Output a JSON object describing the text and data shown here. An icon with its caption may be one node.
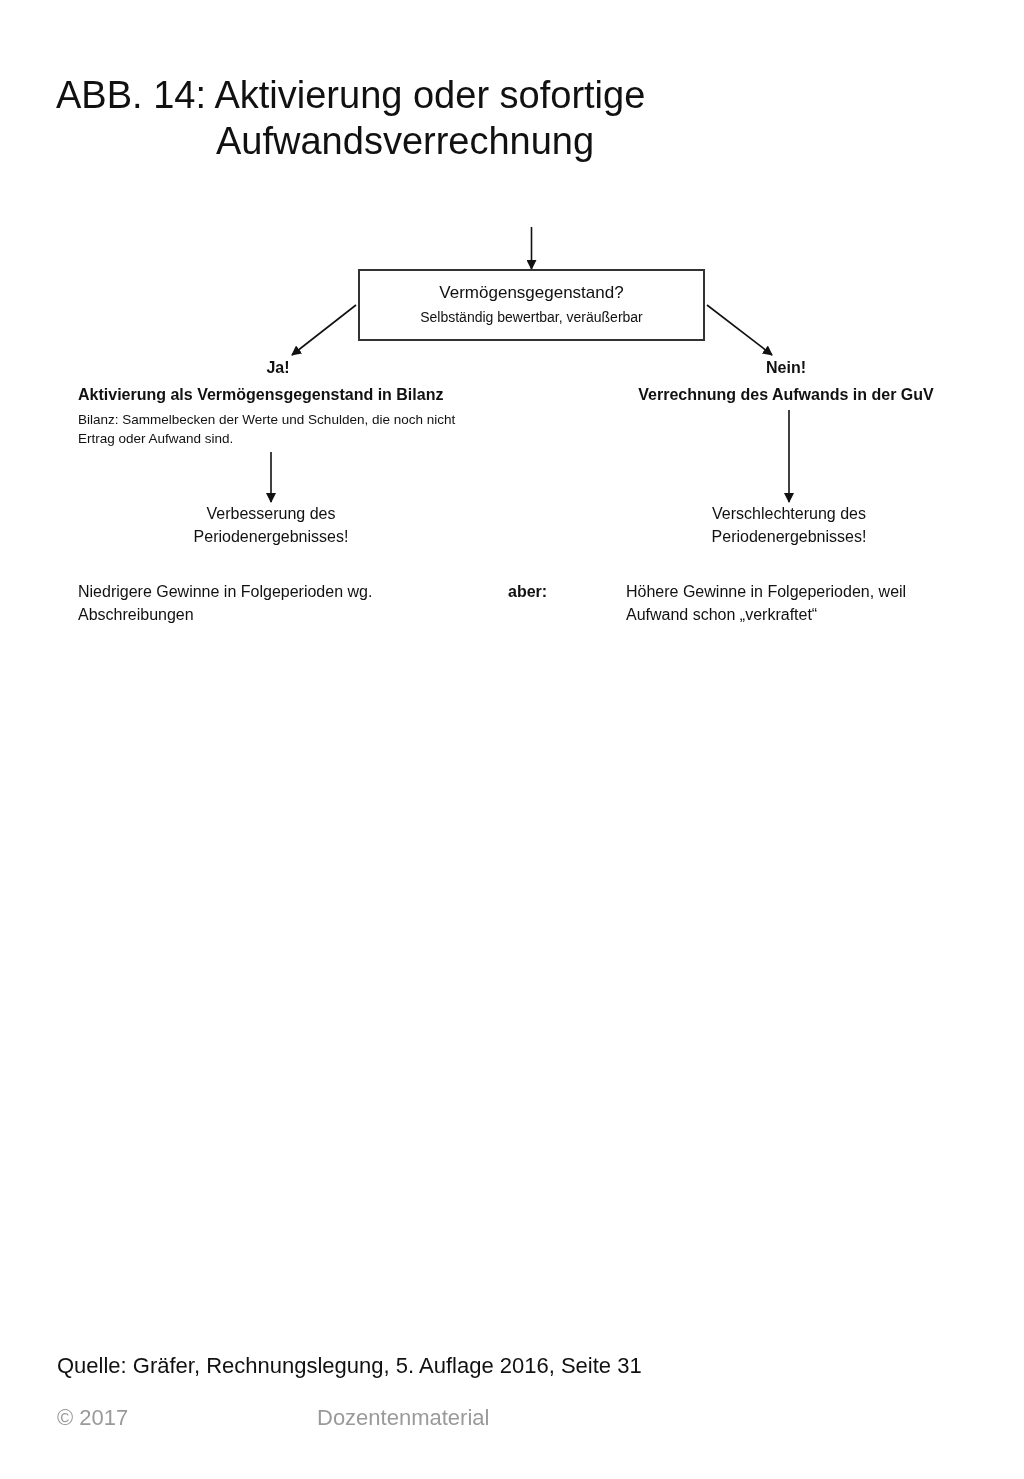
{
  "diagram": {
    "title": "ABB. 14: Aktivierung oder sofortige Aufwandsverrechnung",
    "nodes": [
      {
        "text": [
          "Vermögensgegenstand?",
          "Selbständig bewertbar, veräußerbar"
        ]
      },
      {
        "text": [
          "Ja!",
          "Aktivierung als Vermögensgegenstand in Bilanz",
          "Bilanz: Sammelbecken der Werte und Schulden, die noch nicht Ertrag oder Aufwand sind."
        ]
      },
      {
        "text": [
          "Nein!",
          "Verrechnung des Aufwands in der GuV"
        ]
      },
      {
        "text": [
          "Verbesserung des Periodenergebnisses!"
        ]
      },
      {
        "text": [
          "Verschlechterung des Periodenergebnisses!"
        ]
      }
    ],
    "edges": [
      {
        "from": null,
        "to": 0,
        "arrow": "to"
      },
      {
        "from": 0,
        "to": 1,
        "arrow": "to"
      },
      {
        "from": 0,
        "to": 2,
        "arrow": "to"
      },
      {
        "from": 1,
        "to": 3,
        "arrow": "to"
      },
      {
        "from": 2,
        "to": 4,
        "arrow": "to"
      }
    ],
    "labels": [
      "Niedrigere Gewinne in Folgeperioden wg. Abschreibungen",
      "aber:",
      "Höhere Gewinne in Folgeperioden, weil Aufwand schon „verkraftet“",
      "Quelle: Gräfer, Rechnungslegung, 5. Auflage 2016, Seite 31",
      "© 2017",
      "Dozentenmaterial"
    ]
  }
}
